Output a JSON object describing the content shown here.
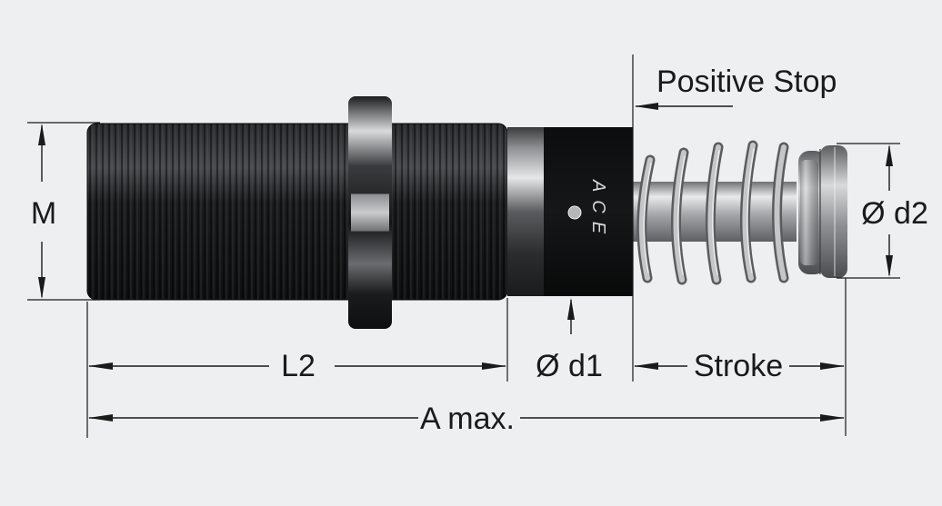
{
  "labels": {
    "positive_stop": "Positive Stop",
    "thread_diameter": "M",
    "thread_length": "L2",
    "body_diameter": "Ø d1",
    "stroke": "Stroke",
    "overall_length": "A max.",
    "rod_diameter": "Ø d2",
    "brand_marking": "ACE"
  },
  "colors": {
    "background": "#eeeff0",
    "thread_body": "#1d1e20",
    "steel": "#b8babd",
    "line": "#1a1a1a"
  }
}
